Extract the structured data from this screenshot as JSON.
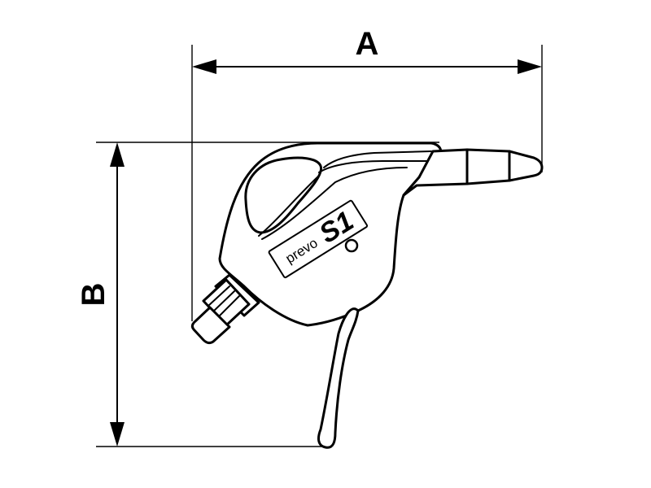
{
  "dimensions": {
    "a_label": "A",
    "b_label": "B"
  },
  "product": {
    "brand_text": "prevo",
    "model_mark": "S1"
  },
  "colors": {
    "line": "#000000",
    "background": "#ffffff"
  }
}
